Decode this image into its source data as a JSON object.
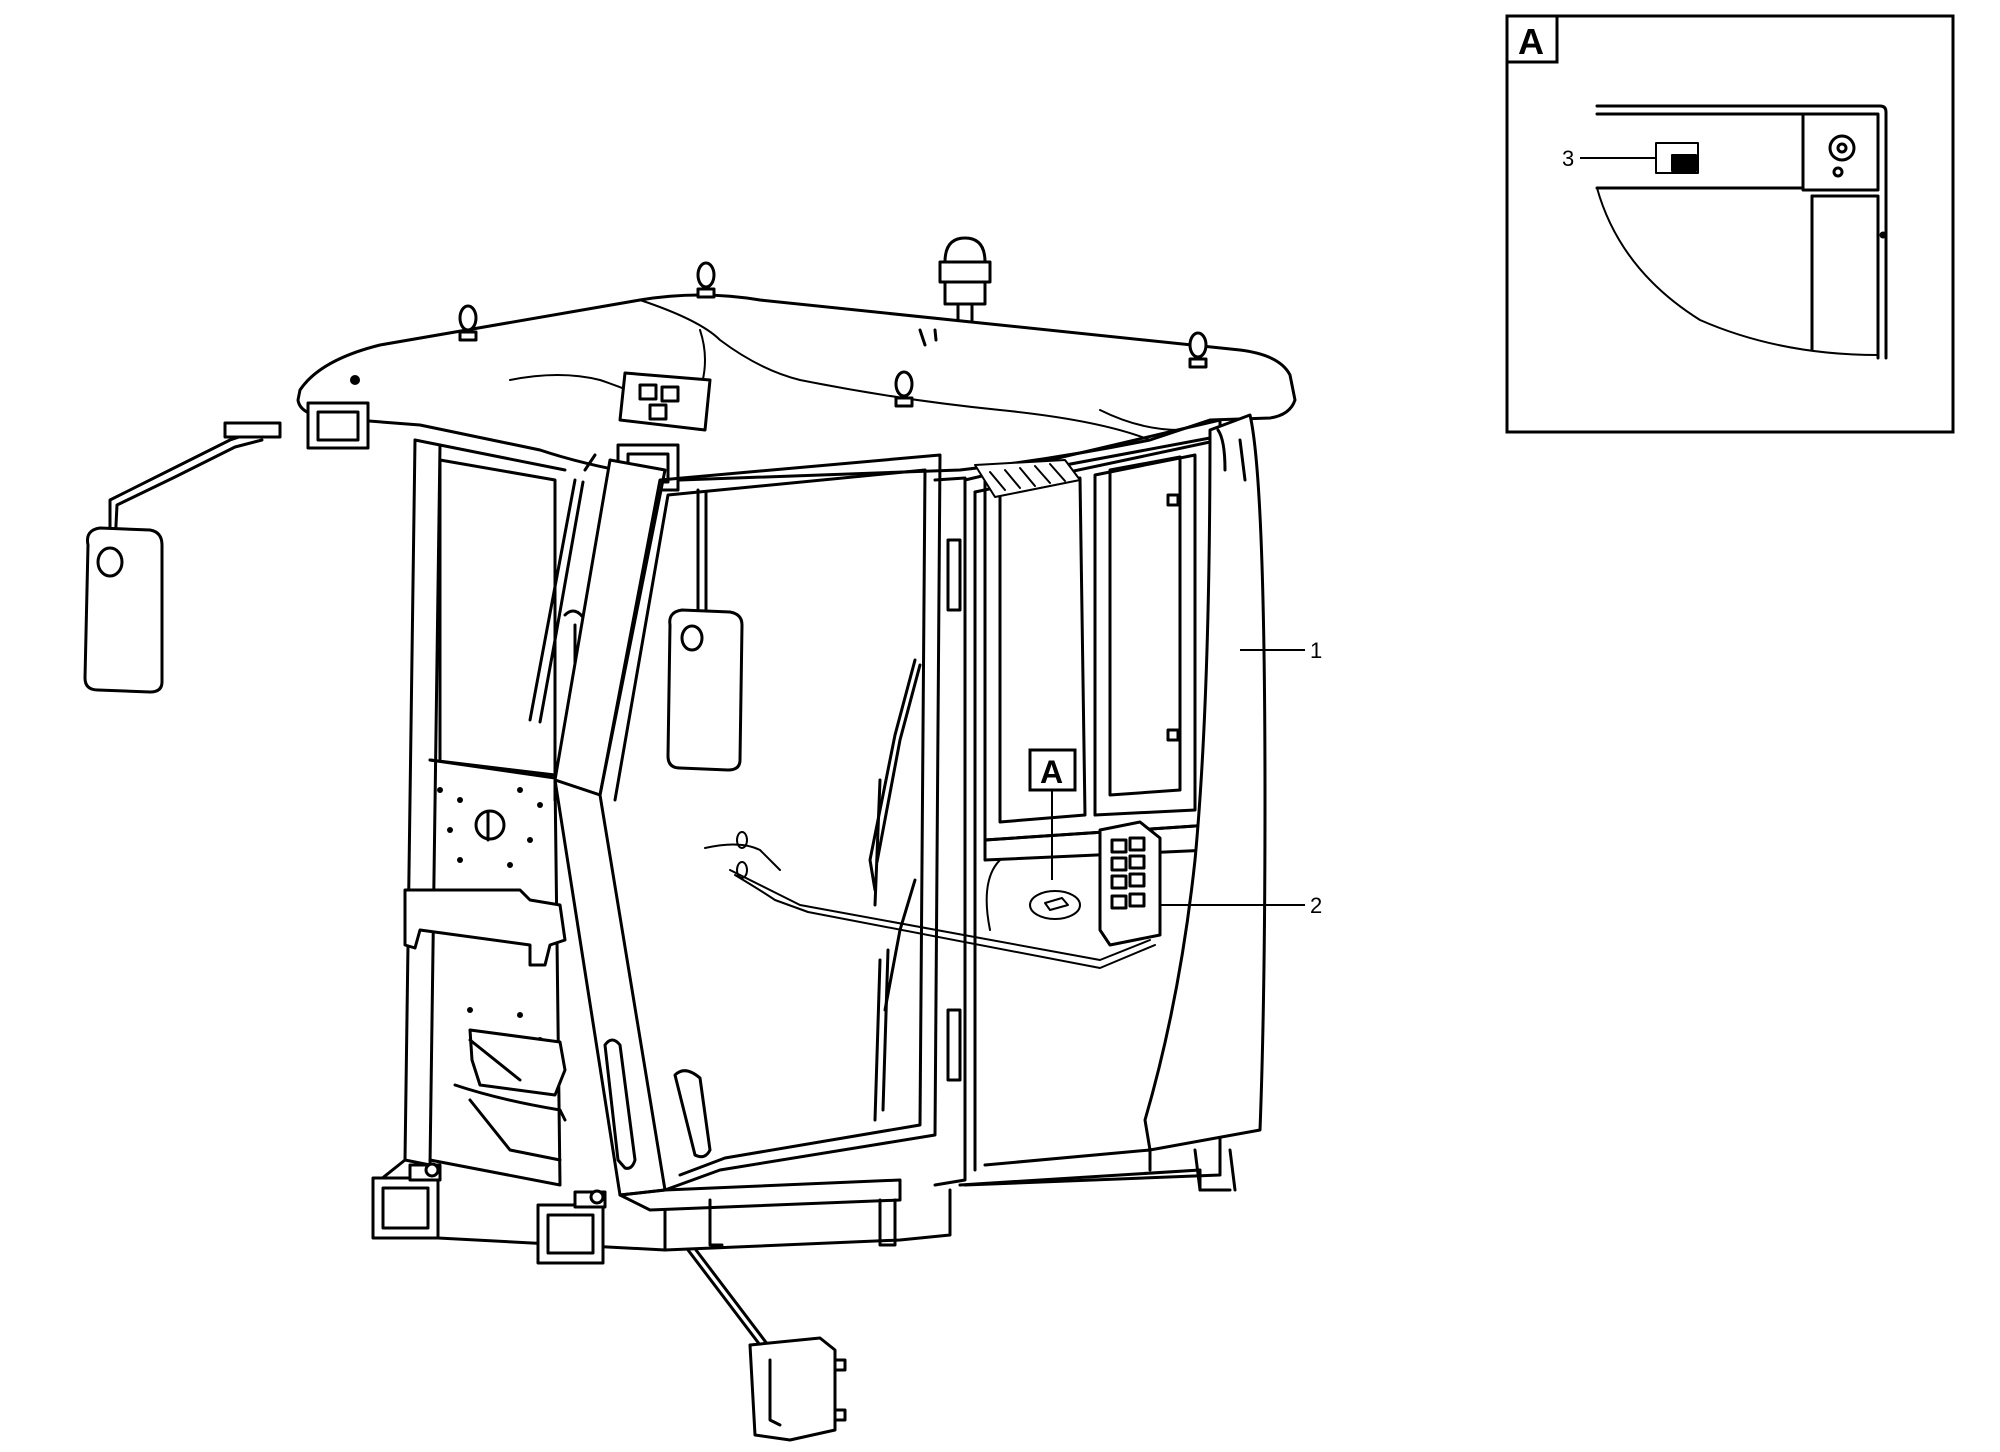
{
  "diagram": {
    "callouts": [
      {
        "id": "1",
        "label": "1"
      },
      {
        "id": "2",
        "label": "2"
      },
      {
        "id": "3",
        "label": "3"
      }
    ],
    "detail_marker": {
      "label": "A"
    },
    "inset": {
      "label": "A"
    }
  },
  "colors": {
    "ink": "#000000",
    "paper": "#ffffff"
  }
}
